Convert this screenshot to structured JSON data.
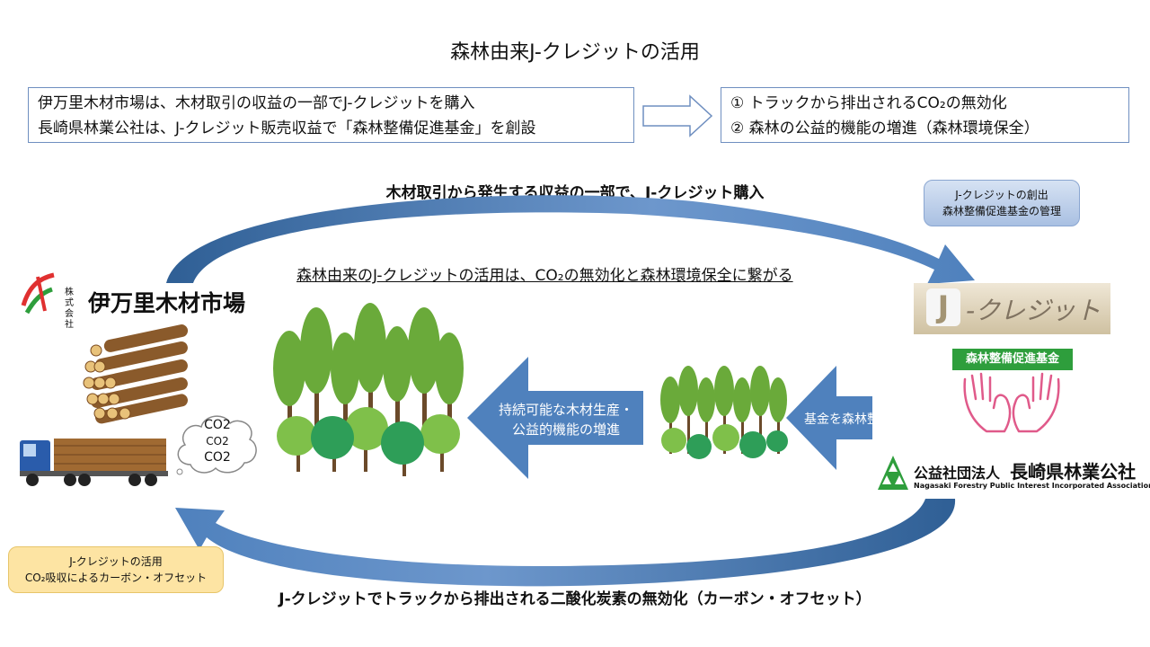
{
  "title": "森林由来J-クレジットの活用",
  "left_box": {
    "line1": "伊万里木材市場は、木材取引の収益の一部でJ-クレジットを購入",
    "line2": "長崎県林業公社は、J-クレジット販売収益で「森林整備促進基金」を創設"
  },
  "right_box": {
    "item1": "①  トラックから排出されるCO₂の無効化",
    "item2": "②  森林の公益的機能の増進（森林環境保全）"
  },
  "top_caption": "木材取引から発生する収益の一部で、J-クレジット購入",
  "bottom_caption": "J-クレジットでトラックから排出される二酸化炭素の無効化（カーボン・オフセット）",
  "center_message": "森林由来のJ-クレジットの活用は、CO₂の無効化と森林環境保全に繋がる",
  "blue_pill": {
    "line1": "J-クレジットの創出",
    "line2": "森林整備促進基金の管理"
  },
  "yellow_pill": {
    "line1": "J-クレジットの活用",
    "line2": "CO₂吸収によるカーボン・オフセット"
  },
  "left_company": {
    "prefix_top": "株式",
    "prefix_bottom": "会社",
    "name": "伊万里木材市場"
  },
  "right_company": {
    "type": "公益社団法人",
    "name": "長崎県林業公社",
    "english": "Nagasaki Forestry Public Interest Incorporated Association"
  },
  "jcredit_logo": {
    "mark": "J",
    "text": "-クレジット"
  },
  "fund_label": "森林整備促進基金",
  "arrow_fund": "基金を森林整備費に",
  "arrow_big": {
    "line1": "持続可能な木材生産・",
    "line2": "公益的機能の増進"
  },
  "cloud": {
    "l1": "CO2",
    "l2": "CO2",
    "l3": "CO2"
  },
  "colors": {
    "arrow_blue": "#4f81bd",
    "tree_green": "#6aaa3a",
    "tree_dark": "#2e9e58",
    "fund_green": "#2e9e3c",
    "pill_yellow": "#fde4a3"
  }
}
